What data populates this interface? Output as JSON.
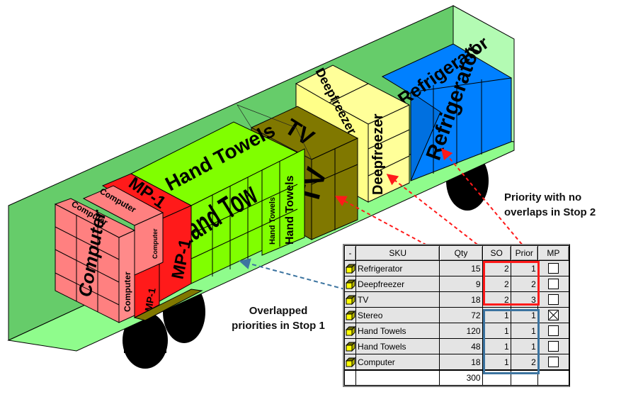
{
  "scene": {
    "description": "3D truck trailer load plan",
    "colors": {
      "wall": "#66cc6a",
      "floor": "#8ffc8c",
      "front_wall": "#b3fbb3",
      "refrigerator": "#0080ff",
      "deepfreezer": "#ffff99",
      "tv": "#807800",
      "hand_towels": "#80ff00",
      "mp1": "#ff1a1a",
      "computer": "#ff8080",
      "wheel": "#000000"
    },
    "box_labels": {
      "refrigerator": "Refrigerator",
      "refrigerator_top": "Refrigerator",
      "deepfreezer": "Deepfreezer",
      "deepfreezer_top": "Deepfreezer",
      "tv": "TV",
      "tv_top": "TV",
      "hand_towels_top": "Hand Towels",
      "hand_towels_side": "Hand Tow",
      "hand_towels_small_1": "Hand Towels",
      "hand_towels_small_2": "Hand Towels",
      "mp1_top": "MP-1",
      "mp1_side": "MP-1",
      "mp1_low": "MP-1",
      "computer_side": "Computer",
      "computer_top_1": "Computer",
      "computer_top_2": "Computer",
      "computer_end": "Computer",
      "computer_small": "Computer"
    }
  },
  "annotations": {
    "stop2": "Priority with no overlaps in Stop 2",
    "stop2_line1": "Priority with no",
    "stop2_line2": "overlaps in Stop 2",
    "stop1_line1": "Overlapped",
    "stop1_line2": "priorities in Stop 1",
    "red_color": "#ff1a1a",
    "blue_color": "#3c74a0"
  },
  "grid": {
    "columns": [
      "-",
      "SKU",
      "Qty",
      "SO",
      "Prior",
      "MP"
    ],
    "rows": [
      {
        "sku": "Refrigerator",
        "qty": "15",
        "so": "2",
        "prior": "1",
        "mp": false
      },
      {
        "sku": "Deepfreezer",
        "qty": "9",
        "so": "2",
        "prior": "2",
        "mp": false
      },
      {
        "sku": "TV",
        "qty": "18",
        "so": "2",
        "prior": "3",
        "mp": false
      },
      {
        "sku": "Stereo",
        "qty": "72",
        "so": "1",
        "prior": "1",
        "mp": true
      },
      {
        "sku": "Hand Towels",
        "qty": "120",
        "so": "1",
        "prior": "1",
        "mp": false
      },
      {
        "sku": "Hand Towels",
        "qty": "48",
        "so": "1",
        "prior": "1",
        "mp": false
      },
      {
        "sku": "Computer",
        "qty": "18",
        "so": "1",
        "prior": "2",
        "mp": false
      }
    ],
    "total_qty": "300",
    "row_icon": "yellow-cube-icon"
  }
}
